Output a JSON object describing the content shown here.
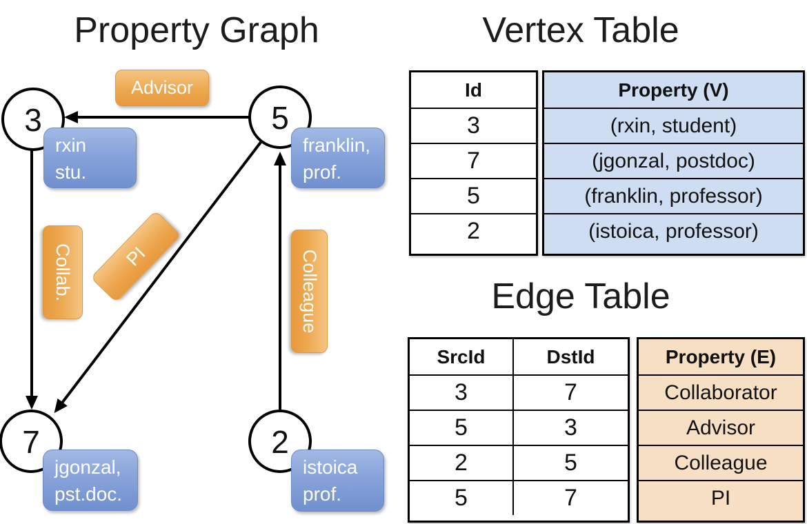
{
  "graph": {
    "title": "Property Graph",
    "nodes": [
      {
        "id": "3",
        "property_lines": [
          "rxin",
          "stu."
        ]
      },
      {
        "id": "5",
        "property_lines": [
          "franklin,",
          "prof."
        ]
      },
      {
        "id": "7",
        "property_lines": [
          "jgonzal,",
          "pst.doc."
        ]
      },
      {
        "id": "2",
        "property_lines": [
          "istoica",
          "prof."
        ]
      }
    ],
    "edges": [
      {
        "from": "5",
        "to": "3",
        "label": "Advisor"
      },
      {
        "from": "3",
        "to": "7",
        "label": "Collab."
      },
      {
        "from": "5",
        "to": "7",
        "label": "PI"
      },
      {
        "from": "2",
        "to": "5",
        "label": "Colleague"
      }
    ]
  },
  "vertex_table": {
    "title": "Vertex Table",
    "columns": [
      "Id",
      "Property (V)"
    ],
    "rows": [
      [
        "3",
        "(rxin, student)"
      ],
      [
        "7",
        "(jgonzal, postdoc)"
      ],
      [
        "5",
        "(franklin, professor)"
      ],
      [
        "2",
        "(istoica, professor)"
      ]
    ]
  },
  "edge_table": {
    "title": "Edge Table",
    "columns": [
      "SrcId",
      "DstId",
      "Property (E)"
    ],
    "rows": [
      [
        "3",
        "7",
        "Collaborator"
      ],
      [
        "5",
        "3",
        "Advisor"
      ],
      [
        "2",
        "5",
        "Colleague"
      ],
      [
        "5",
        "7",
        "PI"
      ]
    ]
  },
  "colors": {
    "edge_label_orange": "#EDA850",
    "node_property_blue": "#87A3DA",
    "vertex_property_cell_fill": "#CFDDF2",
    "edge_property_cell_fill": "#F6DFC3",
    "line_black": "#000000"
  }
}
